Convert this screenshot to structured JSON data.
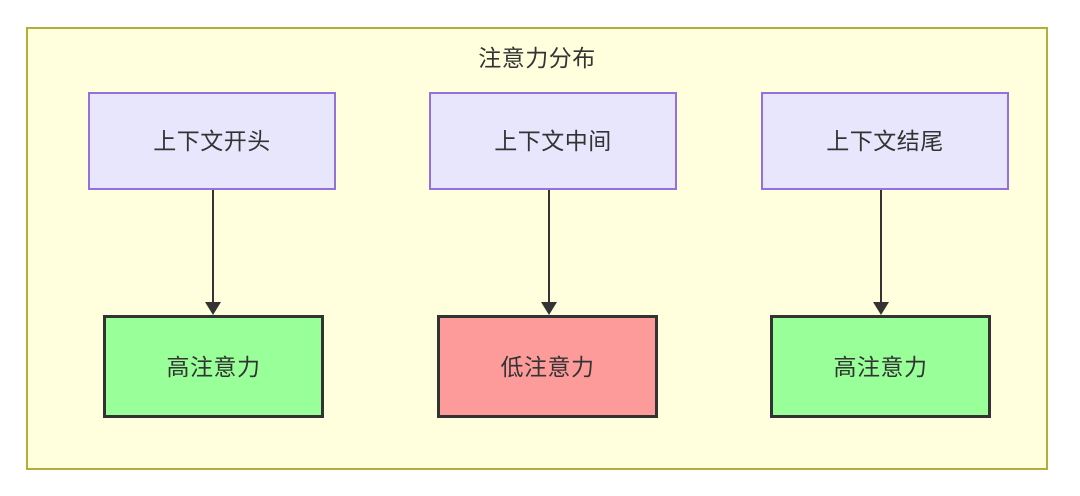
{
  "diagram": {
    "title": "注意力分布",
    "background_color": "#ffffdd",
    "border_color": "#b5ad39",
    "page_background": "#ffffff",
    "nodes": {
      "top": [
        {
          "id": "context-start",
          "label": "上下文开头",
          "fill": "#e8e6fc",
          "border": "#9370db"
        },
        {
          "id": "context-middle",
          "label": "上下文中间",
          "fill": "#e8e6fc",
          "border": "#9370db"
        },
        {
          "id": "context-end",
          "label": "上下文结尾",
          "fill": "#e8e6fc",
          "border": "#9370db"
        }
      ],
      "bottom": [
        {
          "id": "high-attention-left",
          "label": "高注意力",
          "fill": "#99ff99",
          "border": "#333333"
        },
        {
          "id": "low-attention-middle",
          "label": "低注意力",
          "fill": "#fd9b9b",
          "border": "#333333"
        },
        {
          "id": "high-attention-right",
          "label": "高注意力",
          "fill": "#99ff99",
          "border": "#333333"
        }
      ]
    },
    "edges": [
      {
        "from": "上下文开头",
        "to": "高注意力",
        "style": "solid-arrow",
        "color": "#333333"
      },
      {
        "from": "上下文中间",
        "to": "低注意力",
        "style": "solid-arrow",
        "color": "#333333"
      },
      {
        "from": "上下文结尾",
        "to": "高注意力",
        "style": "solid-arrow",
        "color": "#333333"
      }
    ]
  }
}
